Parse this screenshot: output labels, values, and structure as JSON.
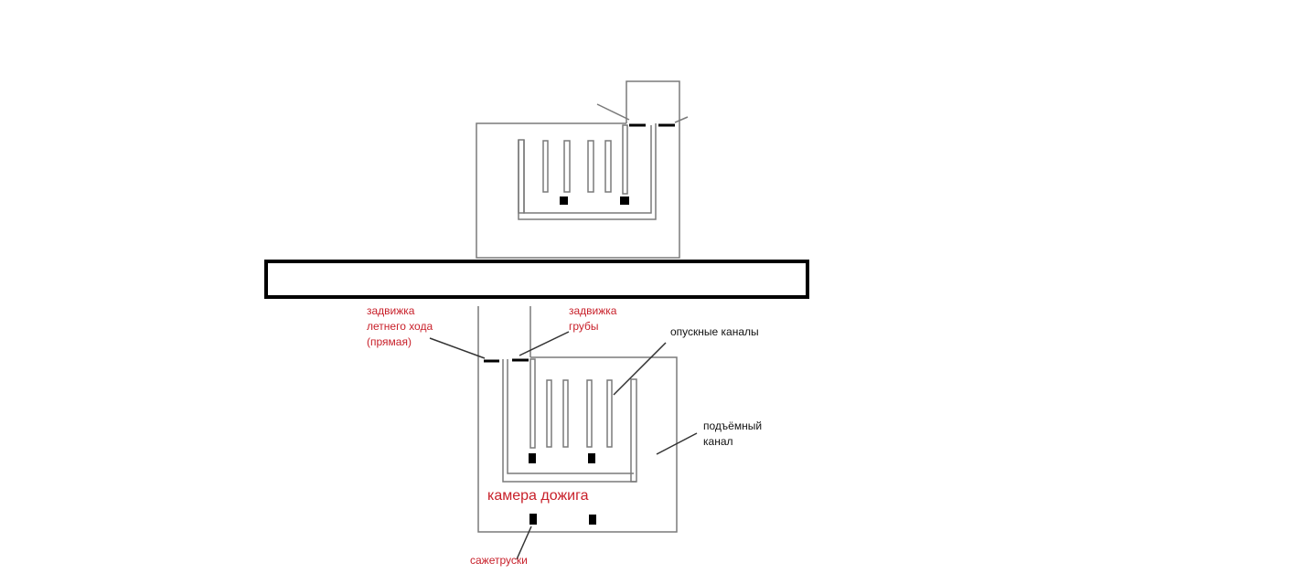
{
  "labels": {
    "summer_damper": [
      "задвижка",
      "летнего хода",
      "(прямая)"
    ],
    "flue_damper": [
      "задвижка",
      "грубы"
    ],
    "down_channels": "опускные каналы",
    "up_channel": [
      "подъёмный",
      "канал"
    ],
    "afterburn_chamber": "камера дожига",
    "soot_doors": "сажетруски"
  },
  "colors": {
    "label_red": "#c8202a",
    "line": "#7a7a7a",
    "slab": "#000000"
  }
}
